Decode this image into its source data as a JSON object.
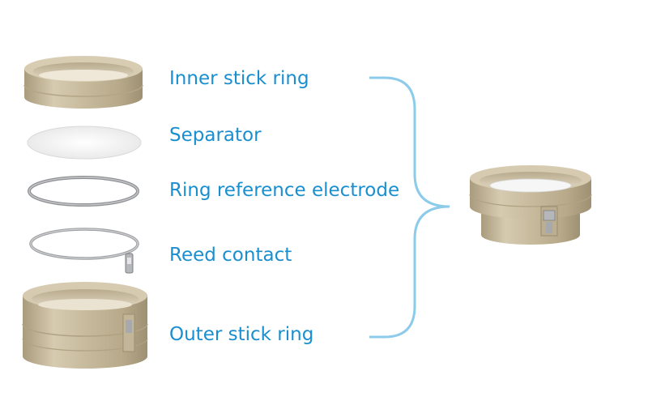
{
  "parts": [
    {
      "id": "inner-stick-ring",
      "label": "Inner stick ring"
    },
    {
      "id": "separator",
      "label": "Separator"
    },
    {
      "id": "ring-reference-electrode",
      "label": "Ring reference electrode"
    },
    {
      "id": "reed-contact",
      "label": "Reed contact"
    },
    {
      "id": "outer-stick-ring",
      "label": "Outer stick ring"
    }
  ],
  "colors": {
    "label_text": "#1a8fd0",
    "bracket": "#8ccbea",
    "ring_body": "#c8bb9d",
    "ring_shadow": "#a99b7c",
    "ring_highlight": "#e4dbc6",
    "metal": "#a7a9ac",
    "separator": "#f4f4f4"
  }
}
